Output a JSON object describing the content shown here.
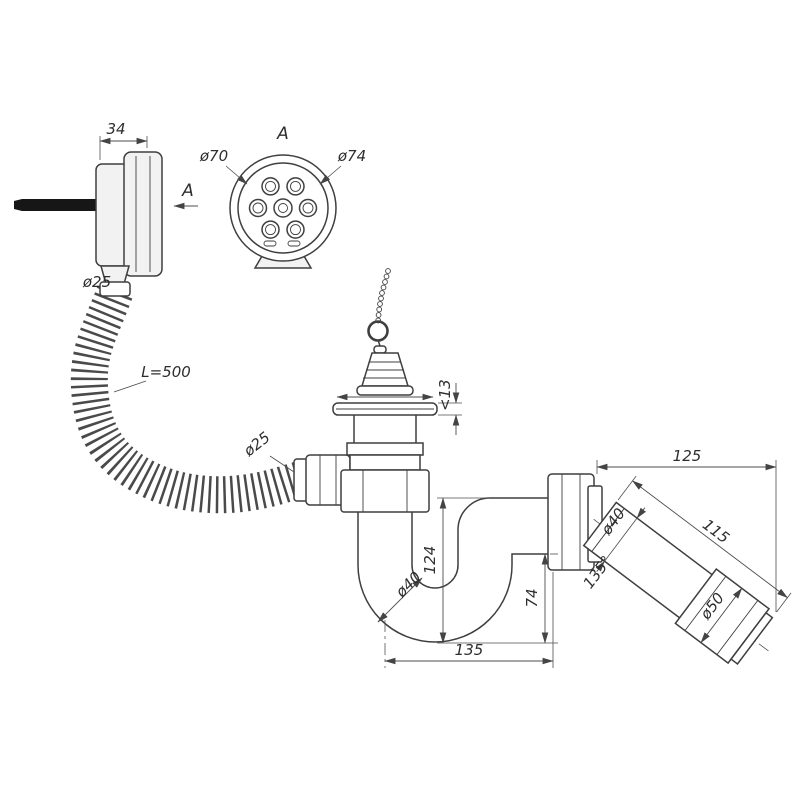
{
  "drawing": {
    "view_title": "A",
    "section_label": "A",
    "labels": {
      "overflow_width": "34",
      "overflow_hose_dia": "ø25",
      "grate_inner_dia": "ø70",
      "grate_outer_dia": "ø74",
      "hose_length": "L=500",
      "hose_nut_dia": "ø25",
      "flange_dia": "ø70",
      "flange_height": "<13",
      "trap_height": "124",
      "trap_pipe_dia": "ø40",
      "outlet_drop": "74",
      "trap_span": "135",
      "outlet_pipe_dia": "ø40",
      "elbow_angle": "135°",
      "elbow_length": "115",
      "elbow_span": "125",
      "coupling_dia": "ø50"
    }
  }
}
